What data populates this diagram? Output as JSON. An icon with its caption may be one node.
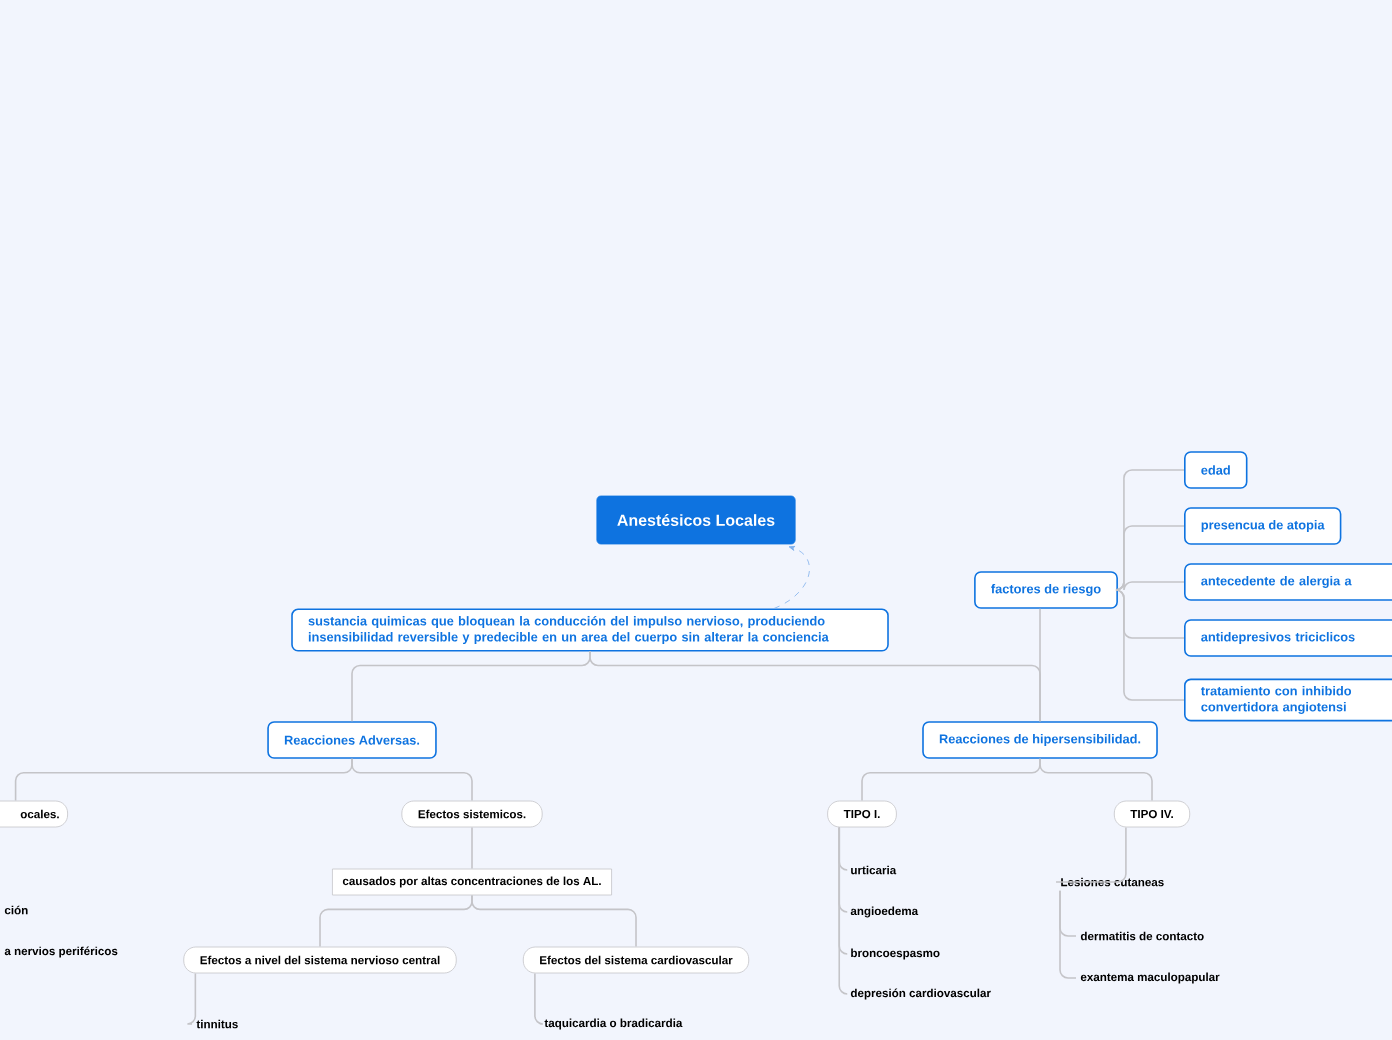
{
  "diagram": {
    "nodes": [
      {
        "text": [
          "Anestésicos  Locales"
        ]
      },
      {
        "text": [
          "sustancia quimicas que bloquean la conducción del impulso nervioso, produciendo insensibilidad reversible y predecible en un area del cuerpo sin alterar la conciencia"
        ]
      },
      {
        "text": [
          "Reacciones Adversas."
        ]
      },
      {
        "text": [
          "Reacciones de hipersensibilidad."
        ]
      },
      {
        "text": [
          "factores de riesgo"
        ]
      },
      {
        "text": [
          "edad"
        ]
      },
      {
        "text": [
          "presencua de atopia"
        ]
      },
      {
        "text": [
          "antecedente de alergia a"
        ]
      },
      {
        "text": [
          "antidepresivos triciclicos"
        ]
      },
      {
        "text": [
          "tratamiento con inhibido convertidora angiotensi"
        ]
      },
      {
        "text": [
          "ocales."
        ]
      },
      {
        "text": [
          "Efectos sistemicos."
        ]
      },
      {
        "text": [
          "causados por altas concentraciones de los AL."
        ]
      },
      {
        "text": [
          "Efectos a nivel del sistema nervioso central"
        ]
      },
      {
        "text": [
          "Efectos del sistema cardiovascular"
        ]
      },
      {
        "text": [
          "tinnitus"
        ]
      },
      {
        "text": [
          "taquicardia o bradicardia"
        ]
      },
      {
        "text": [
          "TIPO I."
        ]
      },
      {
        "text": [
          "TIPO    IV."
        ]
      },
      {
        "text": [
          "urticaria"
        ]
      },
      {
        "text": [
          "angioedema"
        ]
      },
      {
        "text": [
          "broncoespasmo"
        ]
      },
      {
        "text": [
          "depresión cardiovascular"
        ]
      },
      {
        "text": [
          "Lesiones cutaneas"
        ]
      },
      {
        "text": [
          "dermatitis de contacto"
        ]
      },
      {
        "text": [
          "exantema maculopapular"
        ]
      }
    ],
    "edges": [
      {
        "from": 1,
        "to": 0,
        "arrow": "to",
        "style": "dashed",
        "color": "#7fb0ec"
      },
      {
        "from": 1,
        "to": 2,
        "arrow": "none"
      },
      {
        "from": 1,
        "to": 3,
        "arrow": "none"
      },
      {
        "from": 3,
        "to": 4,
        "arrow": "none"
      },
      {
        "from": 4,
        "to": 5,
        "arrow": "none"
      },
      {
        "from": 4,
        "to": 6,
        "arrow": "none"
      },
      {
        "from": 4,
        "to": 7,
        "arrow": "none"
      },
      {
        "from": 4,
        "to": 8,
        "arrow": "none"
      },
      {
        "from": 4,
        "to": 9,
        "arrow": "none"
      },
      {
        "from": 2,
        "to": 10,
        "arrow": "none"
      },
      {
        "from": 2,
        "to": 11,
        "arrow": "none"
      },
      {
        "from": 11,
        "to": 12,
        "arrow": "none"
      },
      {
        "from": 12,
        "to": 13,
        "arrow": "none"
      },
      {
        "from": 12,
        "to": 14,
        "arrow": "none"
      },
      {
        "from": 13,
        "to": 15,
        "arrow": "none"
      },
      {
        "from": 14,
        "to": 16,
        "arrow": "none"
      },
      {
        "from": 3,
        "to": 17,
        "arrow": "none"
      },
      {
        "from": 3,
        "to": 18,
        "arrow": "none"
      },
      {
        "from": 17,
        "to": 19,
        "arrow": "none"
      },
      {
        "from": 17,
        "to": 20,
        "arrow": "none"
      },
      {
        "from": 17,
        "to": 21,
        "arrow": "none"
      },
      {
        "from": 17,
        "to": 22,
        "arrow": "none"
      },
      {
        "from": 18,
        "to": 23,
        "arrow": "none"
      },
      {
        "from": 23,
        "to": 24,
        "arrow": "none"
      },
      {
        "from": 23,
        "to": 25,
        "arrow": "none"
      }
    ],
    "labels": [
      "ción",
      "a nervios periféricos"
    ]
  }
}
